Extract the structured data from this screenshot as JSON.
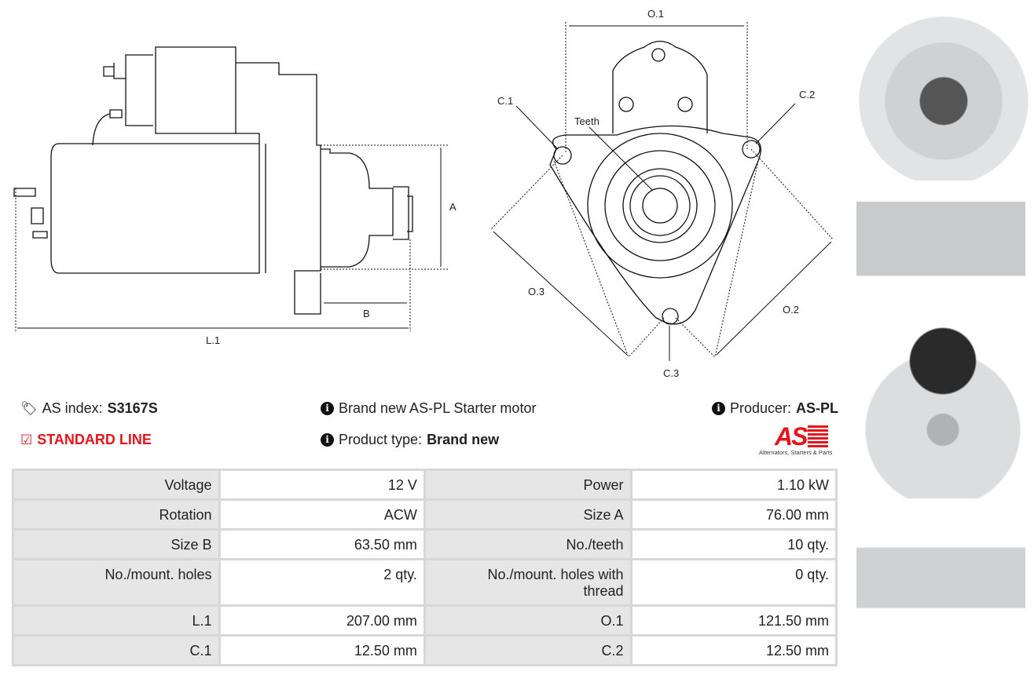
{
  "diagram_side": {
    "dim_a": "A",
    "dim_b": "B",
    "dim_l1": "L.1"
  },
  "diagram_front": {
    "o1": "O.1",
    "o2": "O.2",
    "o3": "O.3",
    "c1": "C.1",
    "c2": "C.2",
    "c3": "C.3",
    "teeth": "Teeth"
  },
  "info": {
    "as_index_label": "AS index:",
    "as_index_value": "S3167S",
    "line": "STANDARD LINE",
    "description": "Brand new AS-PL Starter motor",
    "product_type_label": "Product type:",
    "product_type_value": "Brand new",
    "producer_label": "Producer:",
    "producer_value": "AS-PL",
    "logo_text": "AS",
    "logo_tagline": "Alternators, Starters & Parts"
  },
  "specs": [
    {
      "l1": "Voltage",
      "v1": "12 V",
      "l2": "Power",
      "v2": "1.10 kW"
    },
    {
      "l1": "Rotation",
      "v1": "ACW",
      "l2": "Size A",
      "v2": "76.00 mm"
    },
    {
      "l1": "Size B",
      "v1": "63.50 mm",
      "l2": "No./teeth",
      "v2": "10 qty."
    },
    {
      "l1": "No./mount. holes",
      "v1": "2 qty.",
      "l2": "No./mount. holes with thread",
      "v2": "0 qty."
    },
    {
      "l1": "L.1",
      "v1": "207.00 mm",
      "l2": "O.1",
      "v2": "121.50 mm"
    },
    {
      "l1": "C.1",
      "v1": "12.50 mm",
      "l2": "C.2",
      "v2": "12.50 mm"
    }
  ],
  "colors": {
    "accent": "#e8141b"
  }
}
